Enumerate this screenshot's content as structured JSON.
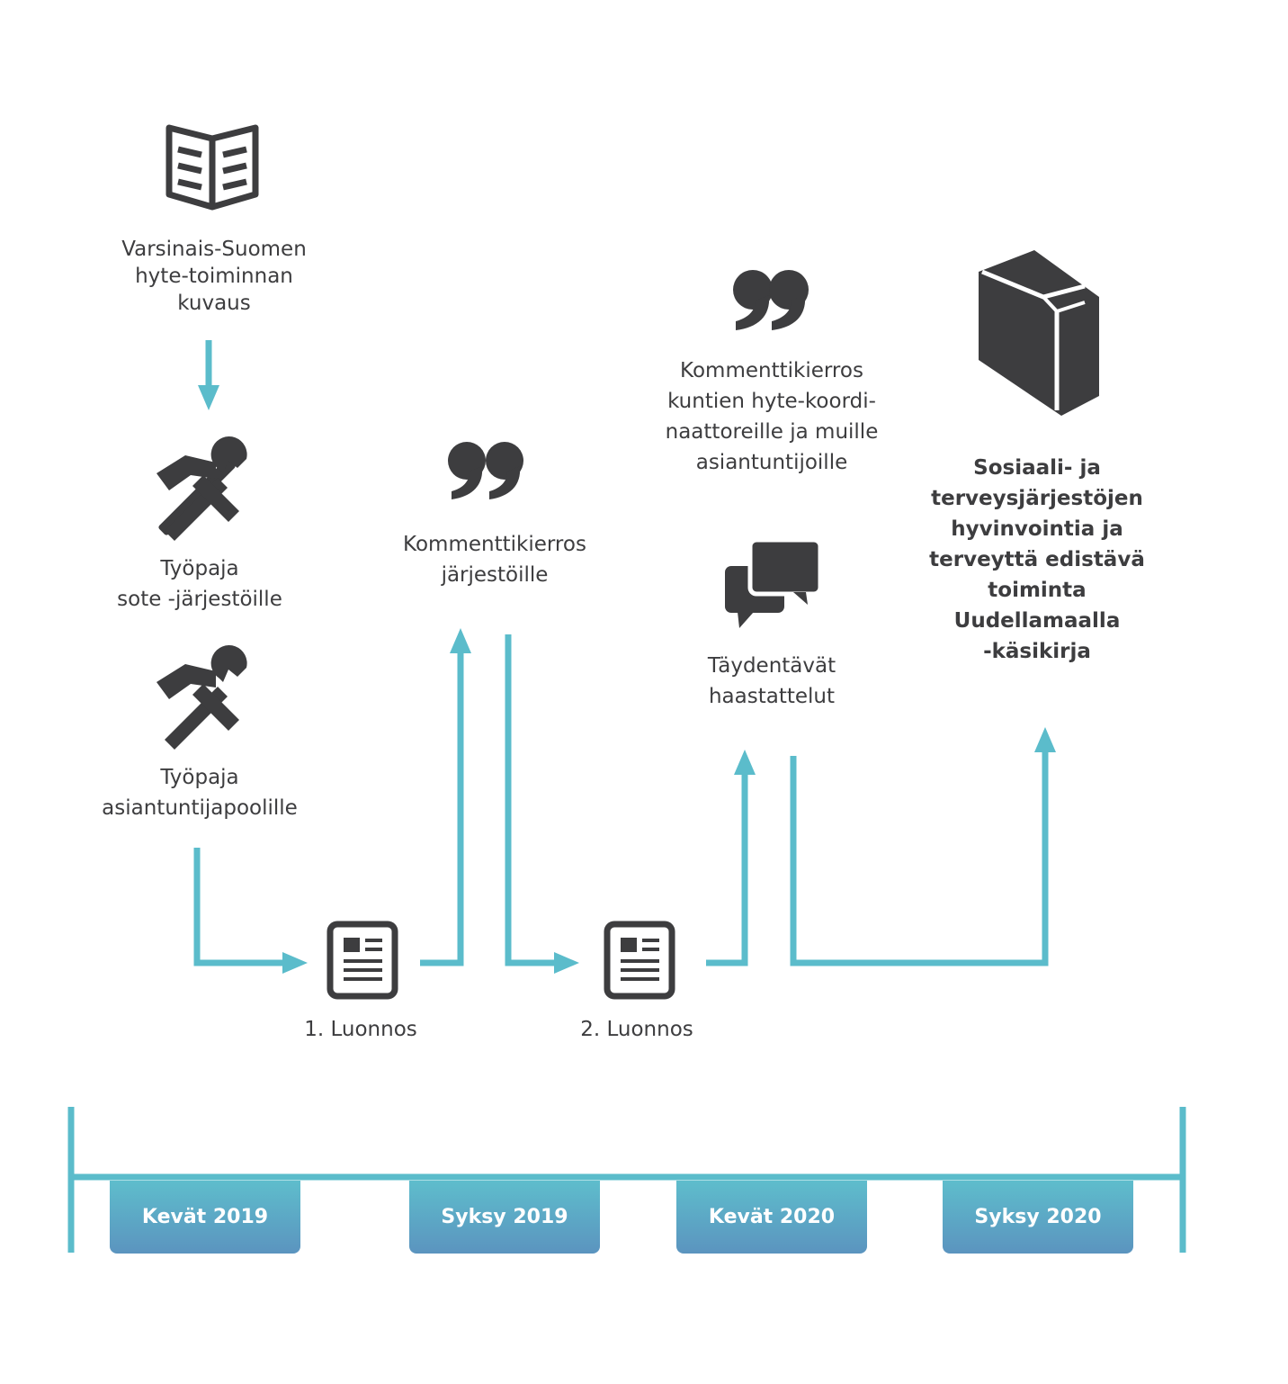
{
  "colors": {
    "teal": "#5bbccb",
    "dots_top": "#5bbccb",
    "dots_bottom": "#6b6aa8",
    "icon": "#3d3d3f",
    "text": "#3d3d3f"
  },
  "icons": [
    "open-book-icon",
    "hammer-wrench-icon",
    "quote-icon",
    "newspaper-icon",
    "speech-bubbles-icon",
    "closed-book-icon"
  ],
  "steps": {
    "description": "Varsinais-Suomen\nhyte-toiminnan\nkuvaus",
    "workshop_sote": "Työpaja\nsote -järjestöille",
    "workshop_experts": "Työpaja\nasiantuntijapoolille",
    "comment_orgs": "Kommenttikierros\njärjestöille",
    "draft1": "1. Luonnos",
    "draft2": "2. Luonnos",
    "comment_municipal": "Kommenttikierros\nkuntien hyte-koordi-\nnaattoreille ja muille\nasiantuntijoille",
    "interviews": "Täydentävät\nhaastattelut",
    "handbook": "Sosiaali- ja\nterveysjärjestöjen\nhyvinvointia ja\nterveyttä edistävä\ntoiminta\nUudellamaalla\n-käsikirja"
  },
  "periods": [
    "Kevät  2019",
    "Syksy 2019",
    "Kevät  2020",
    "Syksy 2020"
  ]
}
